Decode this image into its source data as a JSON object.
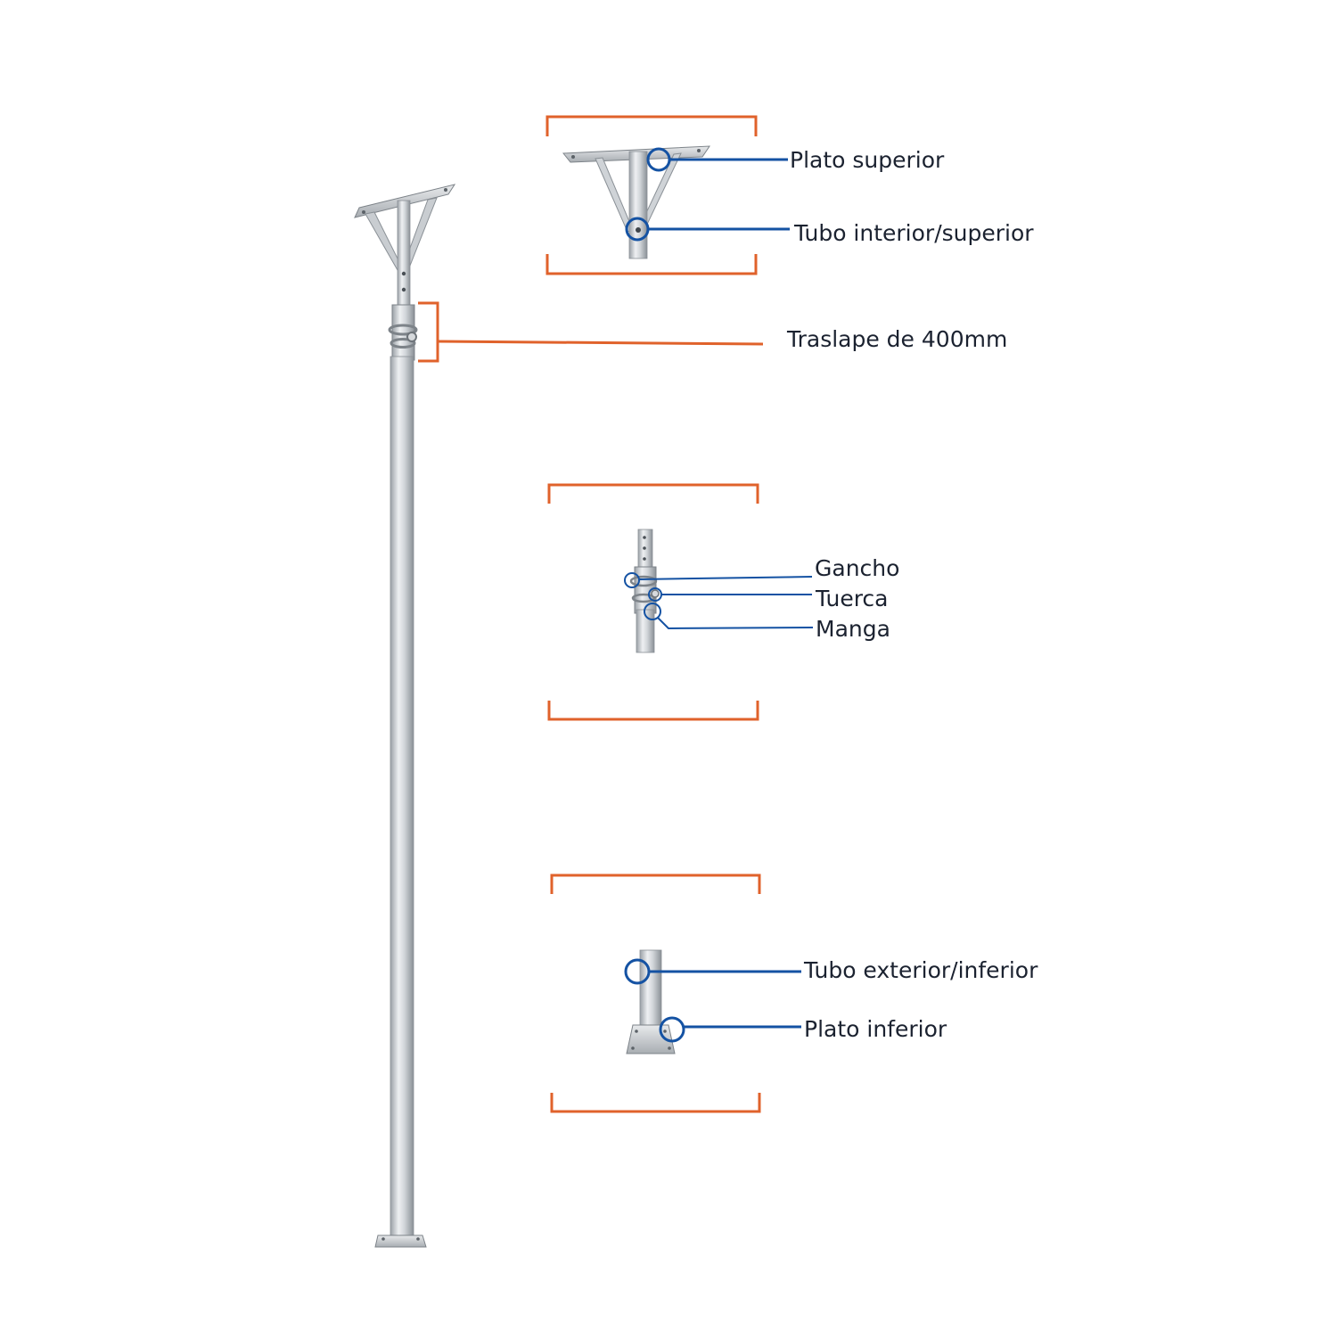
{
  "colors": {
    "bracket": "#e0622b",
    "callout": "#1452a3",
    "label": "#1b2230",
    "metal_light": "#e6e8ea",
    "metal_mid": "#c5c9cd",
    "metal_dark": "#8a9096"
  },
  "labels": {
    "plato_superior": "Plato superior",
    "tubo_interior_superior": "Tubo interior/superior",
    "traslape": "Traslape de 400mm",
    "gancho": "Gancho",
    "tuerca": "Tuerca",
    "manga": "Manga",
    "tubo_exterior_inferior": "Tubo exterior/inferior",
    "plato_inferior": "Plato inferior"
  }
}
